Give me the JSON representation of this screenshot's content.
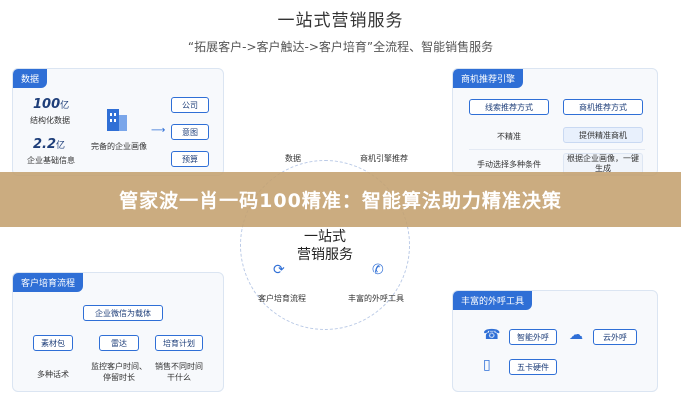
{
  "title": "一站式营销服务",
  "subtitle": "“拓展客户->客户触达->客户培育”全流程、智能销售服务",
  "banner": "管家波一肖一码100精准：智能算法助力精准决策",
  "center": {
    "line1": "一站式",
    "line2": "营销服务"
  },
  "orbit": {
    "data": "数据",
    "engine": "商机引擎推荐",
    "nurture": "客户培育流程",
    "tools": "丰富的外呼工具"
  },
  "data_panel": {
    "tag": "数据",
    "stat1_num": "100",
    "stat1_unit": "亿",
    "stat1_label": "结构化数据",
    "stat2_num": "2.2",
    "stat2_unit": "亿",
    "stat2_label": "企业基础信息",
    "profile_label": "完备的企业画像",
    "items": [
      "公司",
      "意图",
      "预算"
    ]
  },
  "engine_panel": {
    "tag": "商机推荐引擎",
    "col1_head": "线索推荐方式",
    "col2_head": "商机推荐方式",
    "rows": [
      {
        "left": "不精准",
        "right": "提供精准商机"
      },
      {
        "left": "手动选择多种条件",
        "right": "根据企业画像，一键生成"
      }
    ]
  },
  "nurture_panel": {
    "tag": "客户培育流程",
    "carrier": "企业微信为载体",
    "cols": [
      {
        "head": "素材包",
        "desc": "多种话术"
      },
      {
        "head": "雷达",
        "desc": "监控客户时间、停留时长"
      },
      {
        "head": "培育计划",
        "desc": "销售不同时间干什么"
      }
    ]
  },
  "tools_panel": {
    "tag": "丰富的外呼工具",
    "tools": [
      "智能外呼",
      "云外呼",
      "五卡硬件"
    ]
  }
}
